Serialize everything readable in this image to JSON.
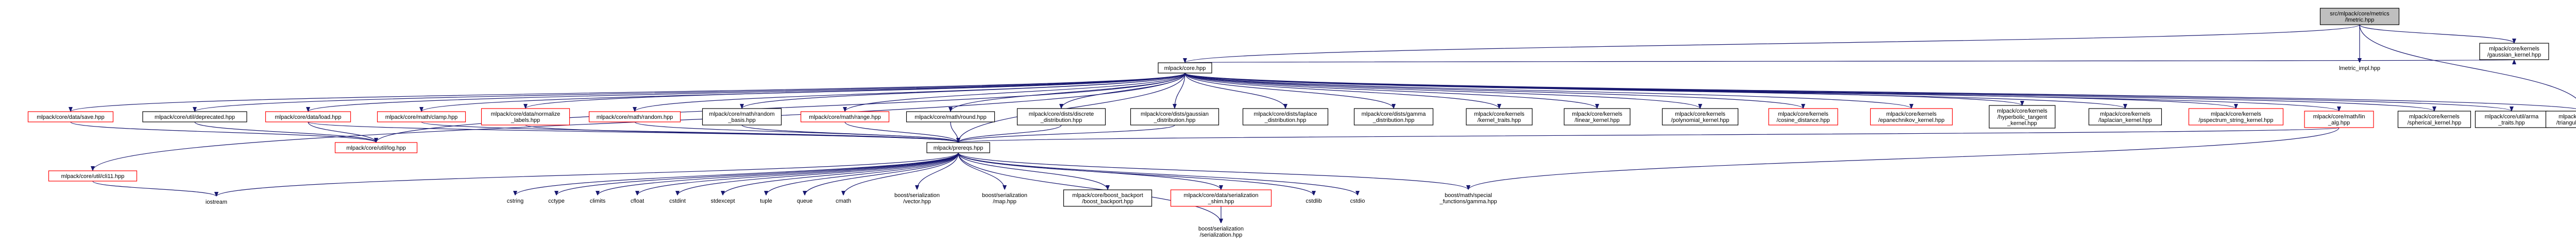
{
  "colors": {
    "edge": "#191970",
    "normal_border": "#000000",
    "incomplete_border": "#ff0000",
    "root_fill": "#bfbfbf",
    "node_fill": "#ffffff",
    "text": "#000000"
  },
  "nodes": [
    {
      "id": "root",
      "lines": [
        "src/mlpack/core/metrics",
        "/lmetric.hpp"
      ],
      "style": "root"
    },
    {
      "id": "core",
      "lines": [
        "mlpack/core.hpp"
      ],
      "style": "normal"
    },
    {
      "id": "lmetric_impl",
      "lines": [
        "lmetric_impl.hpp"
      ],
      "style": "plain"
    },
    {
      "id": "data_save",
      "lines": [
        "mlpack/core/data/save.hpp"
      ],
      "style": "incomplete"
    },
    {
      "id": "deprecated",
      "lines": [
        "mlpack/core/util/deprecated.hpp"
      ],
      "style": "normal"
    },
    {
      "id": "data_load",
      "lines": [
        "mlpack/core/data/load.hpp"
      ],
      "style": "incomplete"
    },
    {
      "id": "math_clamp",
      "lines": [
        "mlpack/core/math/clamp.hpp"
      ],
      "style": "incomplete"
    },
    {
      "id": "normalize_labels",
      "lines": [
        "mlpack/core/data/normalize",
        "_labels.hpp"
      ],
      "style": "incomplete"
    },
    {
      "id": "math_random",
      "lines": [
        "mlpack/core/math/random.hpp"
      ],
      "style": "incomplete"
    },
    {
      "id": "random_basis",
      "lines": [
        "mlpack/core/math/random",
        "_basis.hpp"
      ],
      "style": "normal"
    },
    {
      "id": "math_range",
      "lines": [
        "mlpack/core/math/range.hpp"
      ],
      "style": "incomplete"
    },
    {
      "id": "math_round",
      "lines": [
        "mlpack/core/math/round.hpp"
      ],
      "style": "normal"
    },
    {
      "id": "discrete_dist",
      "lines": [
        "mlpack/core/dists/discrete",
        "_distribution.hpp"
      ],
      "style": "normal"
    },
    {
      "id": "gaussian_dist",
      "lines": [
        "mlpack/core/dists/gaussian",
        "_distribution.hpp"
      ],
      "style": "normal"
    },
    {
      "id": "laplace_dist",
      "lines": [
        "mlpack/core/dists/laplace",
        "_distribution.hpp"
      ],
      "style": "normal"
    },
    {
      "id": "gamma_dist",
      "lines": [
        "mlpack/core/dists/gamma",
        "_distribution.hpp"
      ],
      "style": "normal"
    },
    {
      "id": "kernel_traits",
      "lines": [
        "mlpack/core/kernels",
        "/kernel_traits.hpp"
      ],
      "style": "normal"
    },
    {
      "id": "linear_kernel",
      "lines": [
        "mlpack/core/kernels",
        "/linear_kernel.hpp"
      ],
      "style": "normal"
    },
    {
      "id": "polynomial_kernel",
      "lines": [
        "mlpack/core/kernels",
        "/polynomial_kernel.hpp"
      ],
      "style": "normal"
    },
    {
      "id": "cosine_distance",
      "lines": [
        "mlpack/core/kernels",
        "/cosine_distance.hpp"
      ],
      "style": "incomplete"
    },
    {
      "id": "epanechnikov_kernel",
      "lines": [
        "mlpack/core/kernels",
        "/epanechnikov_kernel.hpp"
      ],
      "style": "incomplete"
    },
    {
      "id": "hyperbolic_tangent",
      "lines": [
        "mlpack/core/kernels",
        "/hyperbolic_tangent",
        "_kernel.hpp"
      ],
      "style": "normal"
    },
    {
      "id": "laplacian_kernel",
      "lines": [
        "mlpack/core/kernels",
        "/laplacian_kernel.hpp"
      ],
      "style": "normal"
    },
    {
      "id": "pspectrum_kernel",
      "lines": [
        "mlpack/core/kernels",
        "/pspectrum_string_kernel.hpp"
      ],
      "style": "incomplete"
    },
    {
      "id": "lin_alg",
      "lines": [
        "mlpack/core/math/lin",
        "_alg.hpp"
      ],
      "style": "incomplete"
    },
    {
      "id": "spherical_kernel",
      "lines": [
        "mlpack/core/kernels",
        "/spherical_kernel.hpp"
      ],
      "style": "normal"
    },
    {
      "id": "arma_traits",
      "lines": [
        "mlpack/core/util/arma",
        "_traits.hpp"
      ],
      "style": "normal"
    },
    {
      "id": "gaussian_kernel",
      "lines": [
        "mlpack/core/kernels",
        "/gaussian_kernel.hpp"
      ],
      "style": "normal"
    },
    {
      "id": "triangular_kernel",
      "lines": [
        "mlpack/core/kernels",
        "/triangular_kernel.hpp"
      ],
      "style": "normal"
    },
    {
      "id": "log",
      "lines": [
        "mlpack/core/util/log.hpp"
      ],
      "style": "incomplete"
    },
    {
      "id": "prereqs",
      "lines": [
        "mlpack/prereqs.hpp"
      ],
      "style": "normal"
    },
    {
      "id": "cli11",
      "lines": [
        "mlpack/core/util/cli11.hpp"
      ],
      "style": "incomplete"
    },
    {
      "id": "iostream",
      "lines": [
        "iostream"
      ],
      "style": "plain"
    },
    {
      "id": "cstring",
      "lines": [
        "cstring"
      ],
      "style": "plain"
    },
    {
      "id": "cctype",
      "lines": [
        "cctype"
      ],
      "style": "plain"
    },
    {
      "id": "climits",
      "lines": [
        "climits"
      ],
      "style": "plain"
    },
    {
      "id": "cfloat",
      "lines": [
        "cfloat"
      ],
      "style": "plain"
    },
    {
      "id": "cstdint",
      "lines": [
        "cstdint"
      ],
      "style": "plain"
    },
    {
      "id": "stdexcept",
      "lines": [
        "stdexcept"
      ],
      "style": "plain"
    },
    {
      "id": "tuple",
      "lines": [
        "tuple"
      ],
      "style": "plain"
    },
    {
      "id": "queue",
      "lines": [
        "queue"
      ],
      "style": "plain"
    },
    {
      "id": "cmath",
      "lines": [
        "cmath"
      ],
      "style": "plain"
    },
    {
      "id": "boost_ser_vector",
      "lines": [
        "boost/serialization",
        "/vector.hpp"
      ],
      "style": "plain"
    },
    {
      "id": "boost_ser_map",
      "lines": [
        "boost/serialization",
        "/map.hpp"
      ],
      "style": "plain"
    },
    {
      "id": "boost_backport",
      "lines": [
        "mlpack/core/boost_backport",
        "/boost_backport.hpp"
      ],
      "style": "normal"
    },
    {
      "id": "serialization_shim",
      "lines": [
        "mlpack/core/data/serialization",
        "_shim.hpp"
      ],
      "style": "incomplete"
    },
    {
      "id": "cstdlib",
      "lines": [
        "cstdlib"
      ],
      "style": "plain"
    },
    {
      "id": "cctype_extra",
      "lines": [
        "cstdio"
      ],
      "style": "plain"
    },
    {
      "id": "special_gamma",
      "lines": [
        "boost/math/special",
        "_functions/gamma.hpp"
      ],
      "style": "plain"
    },
    {
      "id": "boost_serialization",
      "lines": [
        "boost/serialization",
        "/serialization.hpp"
      ],
      "style": "plain"
    }
  ],
  "edges": [
    [
      "root",
      "core"
    ],
    [
      "root",
      "lmetric_impl"
    ],
    [
      "root",
      "gaussian_kernel"
    ],
    [
      "root",
      "triangular_kernel"
    ],
    [
      "core",
      "data_save"
    ],
    [
      "core",
      "deprecated"
    ],
    [
      "core",
      "data_load"
    ],
    [
      "core",
      "math_clamp"
    ],
    [
      "core",
      "normalize_labels"
    ],
    [
      "core",
      "math_random"
    ],
    [
      "core",
      "random_basis"
    ],
    [
      "core",
      "math_range"
    ],
    [
      "core",
      "math_round"
    ],
    [
      "core",
      "discrete_dist"
    ],
    [
      "core",
      "gaussian_dist"
    ],
    [
      "core",
      "laplace_dist"
    ],
    [
      "core",
      "gamma_dist"
    ],
    [
      "core",
      "kernel_traits"
    ],
    [
      "core",
      "linear_kernel"
    ],
    [
      "core",
      "polynomial_kernel"
    ],
    [
      "core",
      "cosine_distance"
    ],
    [
      "core",
      "epanechnikov_kernel"
    ],
    [
      "core",
      "hyperbolic_tangent"
    ],
    [
      "core",
      "laplacian_kernel"
    ],
    [
      "core",
      "pspectrum_kernel"
    ],
    [
      "core",
      "lin_alg"
    ],
    [
      "core",
      "spherical_kernel"
    ],
    [
      "core",
      "arma_traits"
    ],
    [
      "core",
      "gaussian_kernel"
    ],
    [
      "core",
      "triangular_kernel"
    ],
    [
      "core",
      "log"
    ],
    [
      "core",
      "cli11"
    ],
    [
      "core",
      "prereqs"
    ],
    [
      "data_save",
      "log"
    ],
    [
      "deprecated",
      "log"
    ],
    [
      "data_load",
      "log"
    ],
    [
      "data_load",
      "prereqs"
    ],
    [
      "math_clamp",
      "prereqs"
    ],
    [
      "normalize_labels",
      "prereqs"
    ],
    [
      "math_random",
      "prereqs"
    ],
    [
      "random_basis",
      "prereqs"
    ],
    [
      "math_range",
      "prereqs"
    ],
    [
      "math_round",
      "prereqs"
    ],
    [
      "discrete_dist",
      "prereqs"
    ],
    [
      "gaussian_dist",
      "prereqs"
    ],
    [
      "lin_alg",
      "prereqs"
    ],
    [
      "lin_alg",
      "special_gamma"
    ],
    [
      "cli11",
      "iostream"
    ],
    [
      "prereqs",
      "iostream"
    ],
    [
      "prereqs",
      "cstring"
    ],
    [
      "prereqs",
      "cctype"
    ],
    [
      "prereqs",
      "climits"
    ],
    [
      "prereqs",
      "cfloat"
    ],
    [
      "prereqs",
      "cstdint"
    ],
    [
      "prereqs",
      "stdexcept"
    ],
    [
      "prereqs",
      "tuple"
    ],
    [
      "prereqs",
      "queue"
    ],
    [
      "prereqs",
      "cmath"
    ],
    [
      "prereqs",
      "boost_ser_vector"
    ],
    [
      "prereqs",
      "boost_ser_map"
    ],
    [
      "prereqs",
      "boost_backport"
    ],
    [
      "prereqs",
      "serialization_shim"
    ],
    [
      "prereqs",
      "cstdlib"
    ],
    [
      "prereqs",
      "cctype_extra"
    ],
    [
      "prereqs",
      "special_gamma"
    ],
    [
      "prereqs",
      "boost_serialization"
    ],
    [
      "serialization_shim",
      "boost_serialization"
    ]
  ]
}
